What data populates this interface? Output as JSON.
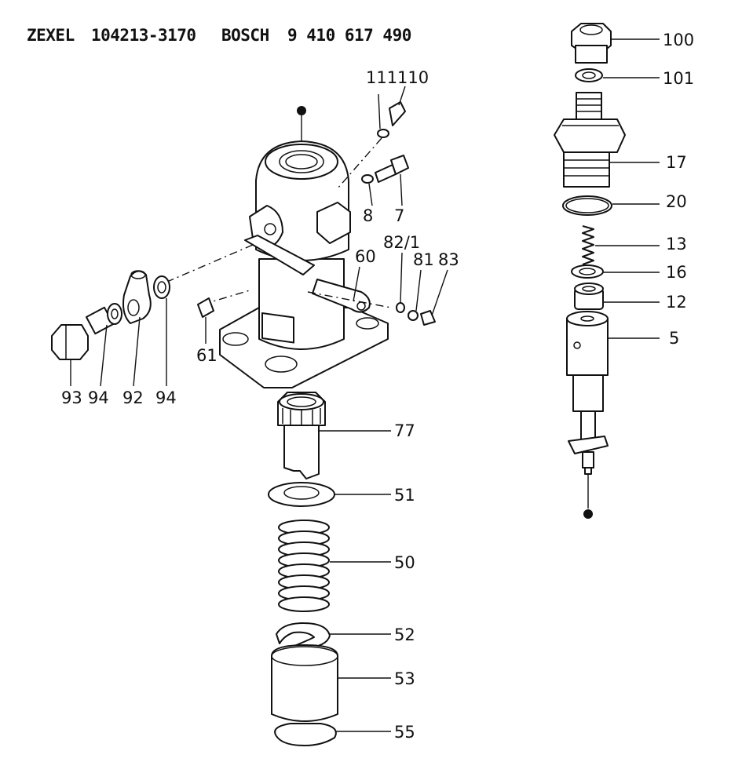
{
  "header": {
    "brand1": "ZEXEL",
    "number1": "104213-3170",
    "brand2": "BOSCH",
    "number2": "9 410 617 490"
  },
  "labels": {
    "p100": "100",
    "p101": "101",
    "p17": "17",
    "p20": "20",
    "p13": "13",
    "p16": "16",
    "p12": "12",
    "p5": "5",
    "p111": "111",
    "p110": "110",
    "p8": "8",
    "p7": "7",
    "p60": "60",
    "p82_1": "82/1",
    "p81": "81",
    "p83": "83",
    "p61": "61",
    "p93": "93",
    "p94a": "94",
    "p92": "92",
    "p94b": "94",
    "p77": "77",
    "p51": "51",
    "p50": "50",
    "p52": "52",
    "p53": "53",
    "p55": "55"
  }
}
